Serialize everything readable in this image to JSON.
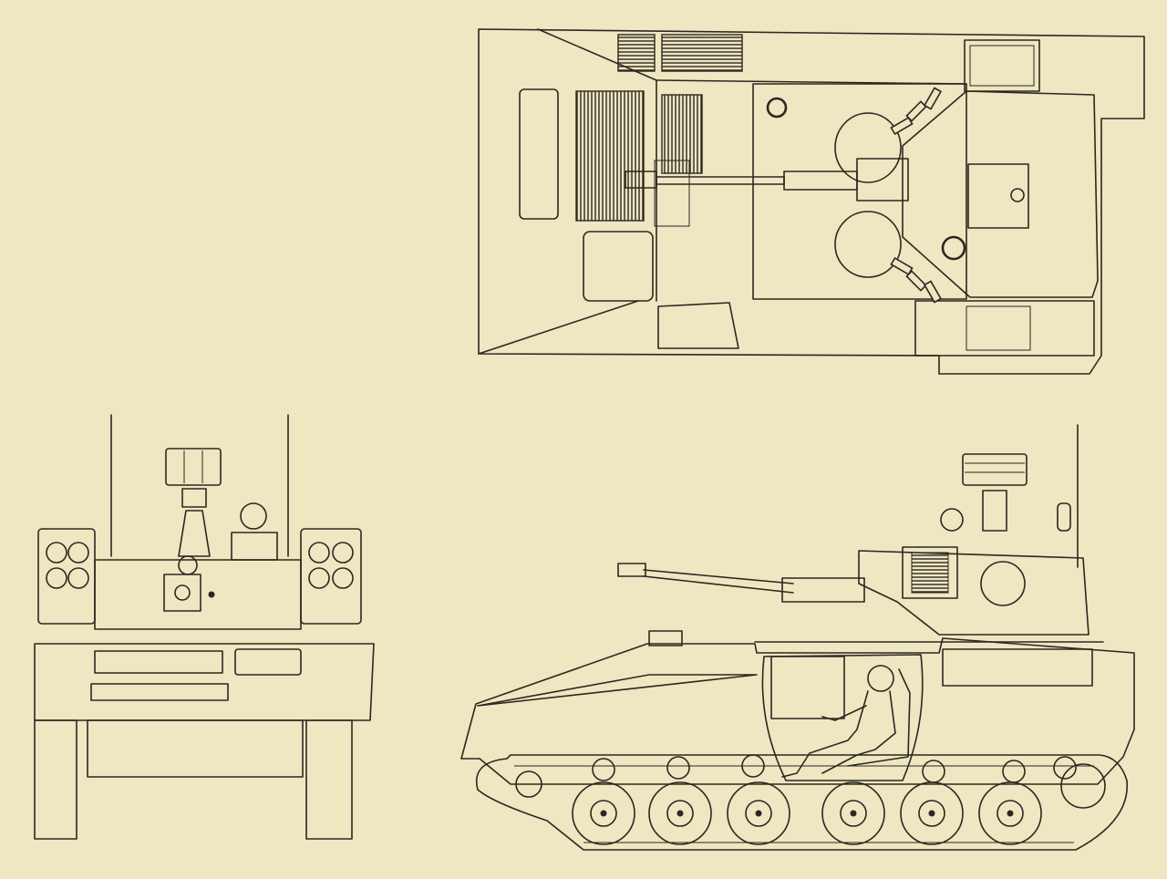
{
  "figure": {
    "views": [
      {
        "id": "plan-view",
        "kind": "top"
      },
      {
        "id": "front-view",
        "kind": "front"
      },
      {
        "id": "side-view",
        "kind": "side"
      }
    ],
    "colors": {
      "paper": "#efe6c2",
      "ink": "#2a2820"
    },
    "side_view": {
      "road_wheels": 6,
      "return_rollers": 6
    },
    "front_view": {
      "launcher_tubes_per_side": 4
    }
  }
}
